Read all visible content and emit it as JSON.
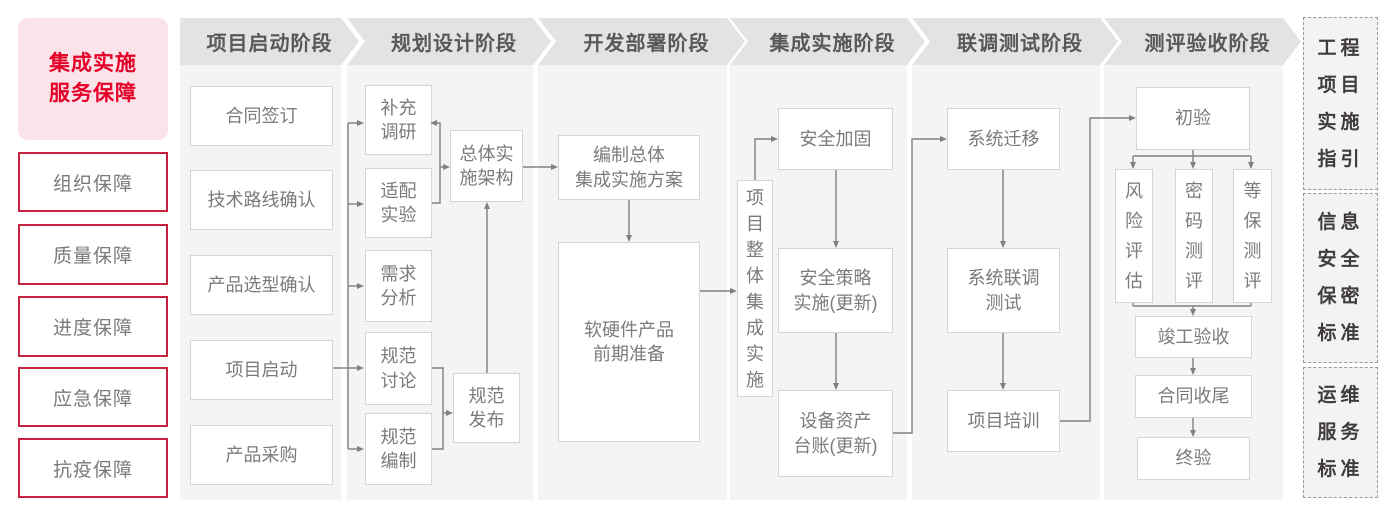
{
  "legend": {
    "title": "集成实施\n服务保障",
    "items": [
      "组织保障",
      "质量保障",
      "进度保障",
      "应急保障",
      "抗疫保障"
    ]
  },
  "phases": [
    {
      "label": "项目启动阶段",
      "boxes": [
        "合同签订",
        "技术路线确认",
        "产品选型确认",
        "项目启动",
        "产品采购"
      ]
    },
    {
      "label": "规划设计阶段",
      "boxes": [
        "补充\n调研",
        "适配\n实验",
        "需求\n分析",
        "规范\n讨论",
        "规范\n编制",
        "总体实\n施架构",
        "规范\n发布"
      ]
    },
    {
      "label": "开发部署阶段",
      "boxes": [
        "编制总体\n集成实施方案",
        "软硬件产品\n前期准备"
      ]
    },
    {
      "label": "集成实施阶段",
      "boxes": [
        "项目整体集成实施",
        "安全加固",
        "安全策略\n实施(更新)",
        "设备资产\n台账(更新)"
      ]
    },
    {
      "label": "联调测试阶段",
      "boxes": [
        "系统迁移",
        "系统联调\n测试",
        "项目培训"
      ]
    },
    {
      "label": "测评验收阶段",
      "boxes": [
        "初验",
        "风险评估",
        "密码测评",
        "等保测评",
        "竣工验收",
        "合同收尾",
        "终验"
      ]
    }
  ],
  "standards": [
    "工程项目实施指引",
    "信息安全保密标准",
    "运维服务标准"
  ],
  "colors": {
    "accent_red_border": "#c5233f",
    "title_red": "#e60028",
    "title_pink_bg": "#fae3e9",
    "phase_header_bg": "#e3e3e3",
    "column_bg": "#f4f4f4",
    "node_border": "#d5d5d5",
    "node_text": "#7b7b7b",
    "header_text": "#595757",
    "connector": "#808080",
    "standard_text": "#403c3c"
  }
}
